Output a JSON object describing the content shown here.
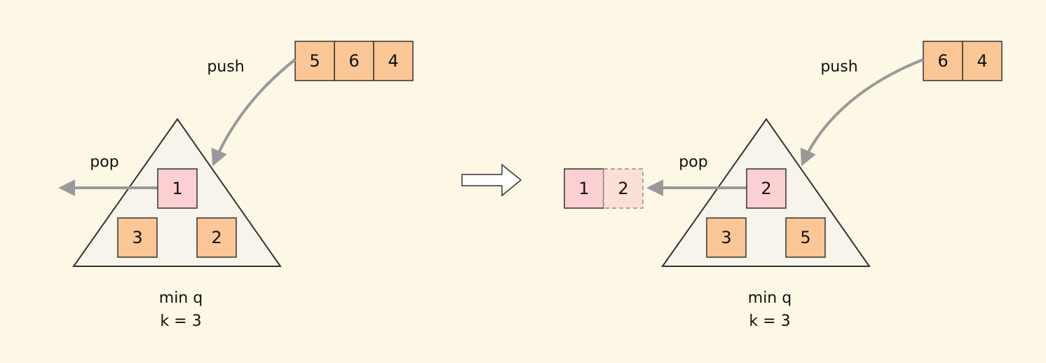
{
  "colors": {
    "background": "#fdf7e6",
    "heap_fill": "#f7f4ec",
    "heap_stroke": "#333333",
    "orange_cell": "#fbc796",
    "pink_cell": "#fccfd3",
    "ghost_cell": "#fbe0d8",
    "arrow_gray": "#999999"
  },
  "transition_arrow_icon": "hollow-right-arrow-icon",
  "before": {
    "input_queue": [
      "5",
      "6",
      "4"
    ],
    "push_label": "push",
    "pop_label": "pop",
    "heap": {
      "top": "1",
      "left": "3",
      "right": "2"
    },
    "caption": {
      "line1": "min q",
      "line2": "k = 3"
    }
  },
  "after": {
    "input_queue": [
      "6",
      "4"
    ],
    "output": [
      "1",
      "2"
    ],
    "push_label": "push",
    "pop_label": "pop",
    "heap": {
      "top": "2",
      "left": "3",
      "right": "5"
    },
    "caption": {
      "line1": "min q",
      "line2": "k = 3"
    }
  }
}
